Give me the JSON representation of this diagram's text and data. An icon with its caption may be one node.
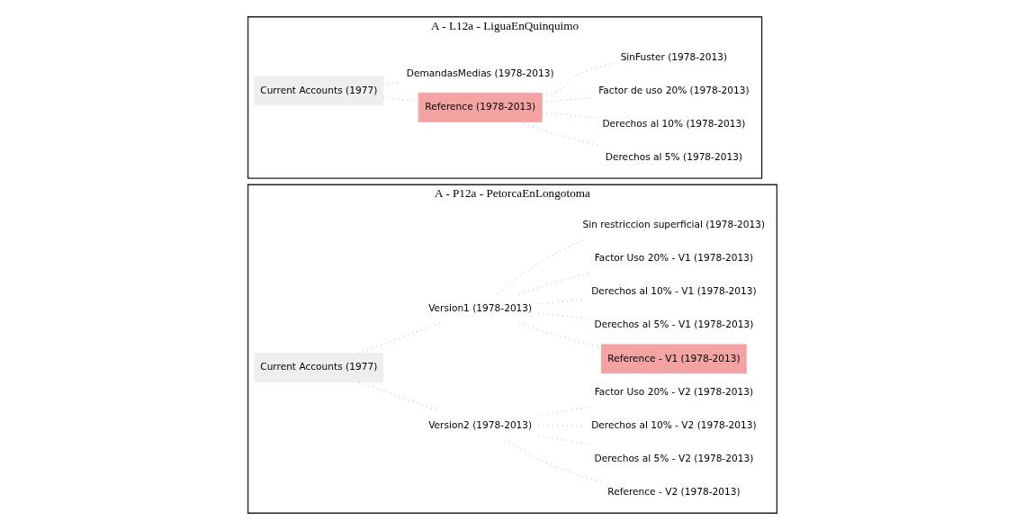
{
  "diagram": {
    "nodes": [
      {
        "text": [
          "A - P12a - PetorcaEnLongotoma"
        ]
      },
      {
        "text": [
          "Current Accounts (1977)"
        ],
        "in": 0
      },
      {
        "text": [
          "Version2 (1978-2013)"
        ],
        "in": 0
      },
      {
        "text": [
          "Reference - V2 (1978-2013)"
        ],
        "in": 0
      },
      {
        "text": [
          "Derechos al 5% - V2 (1978-2013)"
        ],
        "in": 0
      },
      {
        "text": [
          "Derechos al 10% - V2 (1978-2013)"
        ],
        "in": 0
      },
      {
        "text": [
          "Factor Uso 20% - V2 (1978-2013)"
        ],
        "in": 0
      },
      {
        "text": [
          "Version1 (1978-2013)"
        ],
        "in": 0
      },
      {
        "text": [
          "Reference - V1 (1978-2013)"
        ],
        "in": 0
      },
      {
        "text": [
          "Derechos al 5% - V1 (1978-2013)"
        ],
        "in": 0
      },
      {
        "text": [
          "Derechos al 10% - V1 (1978-2013)"
        ],
        "in": 0
      },
      {
        "text": [
          "Factor Uso 20% - V1 (1978-2013)"
        ],
        "in": 0
      },
      {
        "text": [
          "Sin restriccion superficial (1978-2013)"
        ],
        "in": 0
      },
      {
        "text": [
          "A - L12a - LiguaEnQuinquimo"
        ]
      },
      {
        "text": [
          "Current Accounts (1977)"
        ],
        "in": 13
      },
      {
        "text": [
          "Reference (1978-2013)"
        ],
        "in": 13
      },
      {
        "text": [
          "Derechos al 5% (1978-2013)"
        ],
        "in": 13
      },
      {
        "text": [
          "Derechos al 10% (1978-2013)"
        ],
        "in": 13
      },
      {
        "text": [
          "Factor de uso 20% (1978-2013)"
        ],
        "in": 13
      },
      {
        "text": [
          "SinFuster (1978-2013)"
        ],
        "in": 13
      },
      {
        "text": [
          "DemandasMedias (1978-2013)"
        ],
        "in": 13
      }
    ],
    "edges": [
      {
        "from": 1,
        "to": 2,
        "arrow": "none",
        "style": "dashed"
      },
      {
        "from": 2,
        "to": 3,
        "arrow": "none",
        "style": "dashed"
      },
      {
        "from": 2,
        "to": 4,
        "arrow": "none",
        "style": "dashed"
      },
      {
        "from": 2,
        "to": 5,
        "arrow": "none",
        "style": "dashed"
      },
      {
        "from": 2,
        "to": 6,
        "arrow": "none",
        "style": "dashed"
      },
      {
        "from": 1,
        "to": 7,
        "arrow": "none",
        "style": "dashed"
      },
      {
        "from": 7,
        "to": 8,
        "arrow": "none",
        "style": "dashed"
      },
      {
        "from": 7,
        "to": 9,
        "arrow": "none",
        "style": "dashed"
      },
      {
        "from": 7,
        "to": 10,
        "arrow": "none",
        "style": "dashed"
      },
      {
        "from": 7,
        "to": 11,
        "arrow": "none",
        "style": "dashed"
      },
      {
        "from": 7,
        "to": 12,
        "arrow": "none",
        "style": "dashed"
      },
      {
        "from": 14,
        "to": 15,
        "arrow": "none",
        "style": "dashed"
      },
      {
        "from": 15,
        "to": 16,
        "arrow": "none",
        "style": "dashed"
      },
      {
        "from": 15,
        "to": 17,
        "arrow": "none",
        "style": "dashed"
      },
      {
        "from": 15,
        "to": 18,
        "arrow": "none",
        "style": "dashed"
      },
      {
        "from": 15,
        "to": 19,
        "arrow": "none",
        "style": "dashed"
      },
      {
        "from": 14,
        "to": 20,
        "arrow": "none",
        "style": "dashed"
      }
    ]
  }
}
